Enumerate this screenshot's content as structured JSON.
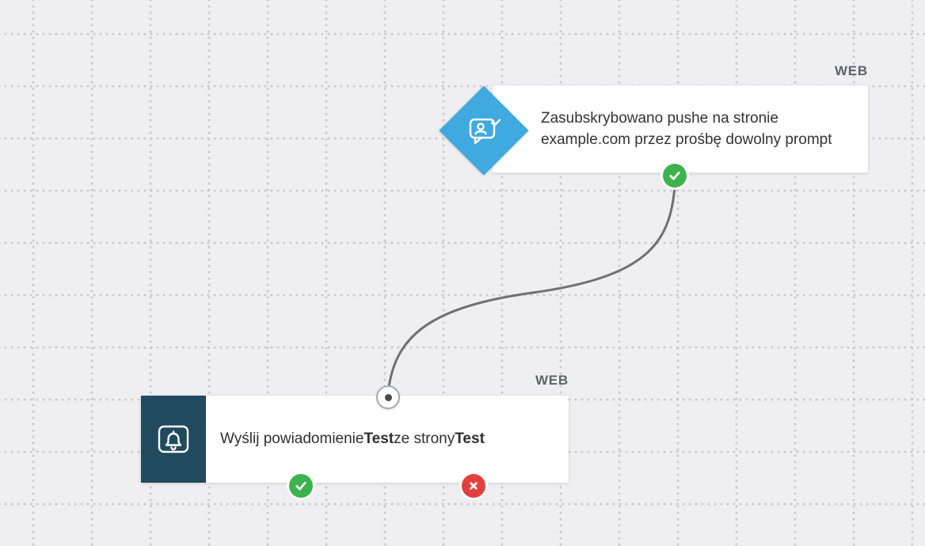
{
  "canvas": {
    "background_color": "#efeff1",
    "grid_dot_color": "#c7c9cc",
    "connector_color": "#707070"
  },
  "trigger_node": {
    "type_label": "WEB",
    "text": "Zasubskrybowano pushe na stronie example.com przez prośbę dowolny prompt",
    "icon": "subscriber-chat-check-icon",
    "icon_color": "#40a9e0",
    "status": "success"
  },
  "action_node": {
    "type_label": "WEB",
    "text_prefix": "Wyślij powiadomienie ",
    "notification_name": "Test",
    "text_middle": " ze strony ",
    "site_name": "Test",
    "icon": "browser-bell-icon",
    "icon_color": "#224a5e",
    "statuses": [
      "success",
      "failure"
    ]
  },
  "status_colors": {
    "success": "#3eb24f",
    "failure": "#e2403f"
  }
}
